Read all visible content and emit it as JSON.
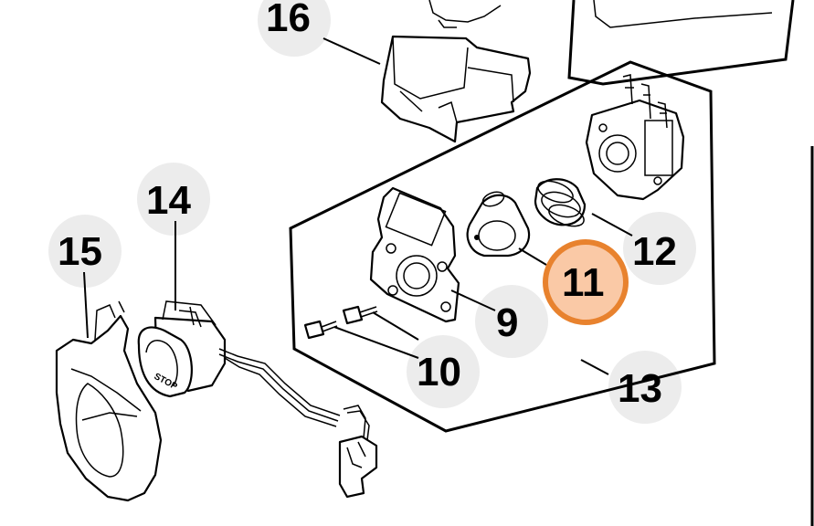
{
  "labels": {
    "p9": "9",
    "p10": "10",
    "p11": "11",
    "p12": "12",
    "p13": "13",
    "p14": "14",
    "p15": "15",
    "p16": "16"
  },
  "stop_text": "STOP",
  "highlight": {
    "part": "11",
    "fill": "#fac9a6",
    "ring": "#e8822e"
  }
}
